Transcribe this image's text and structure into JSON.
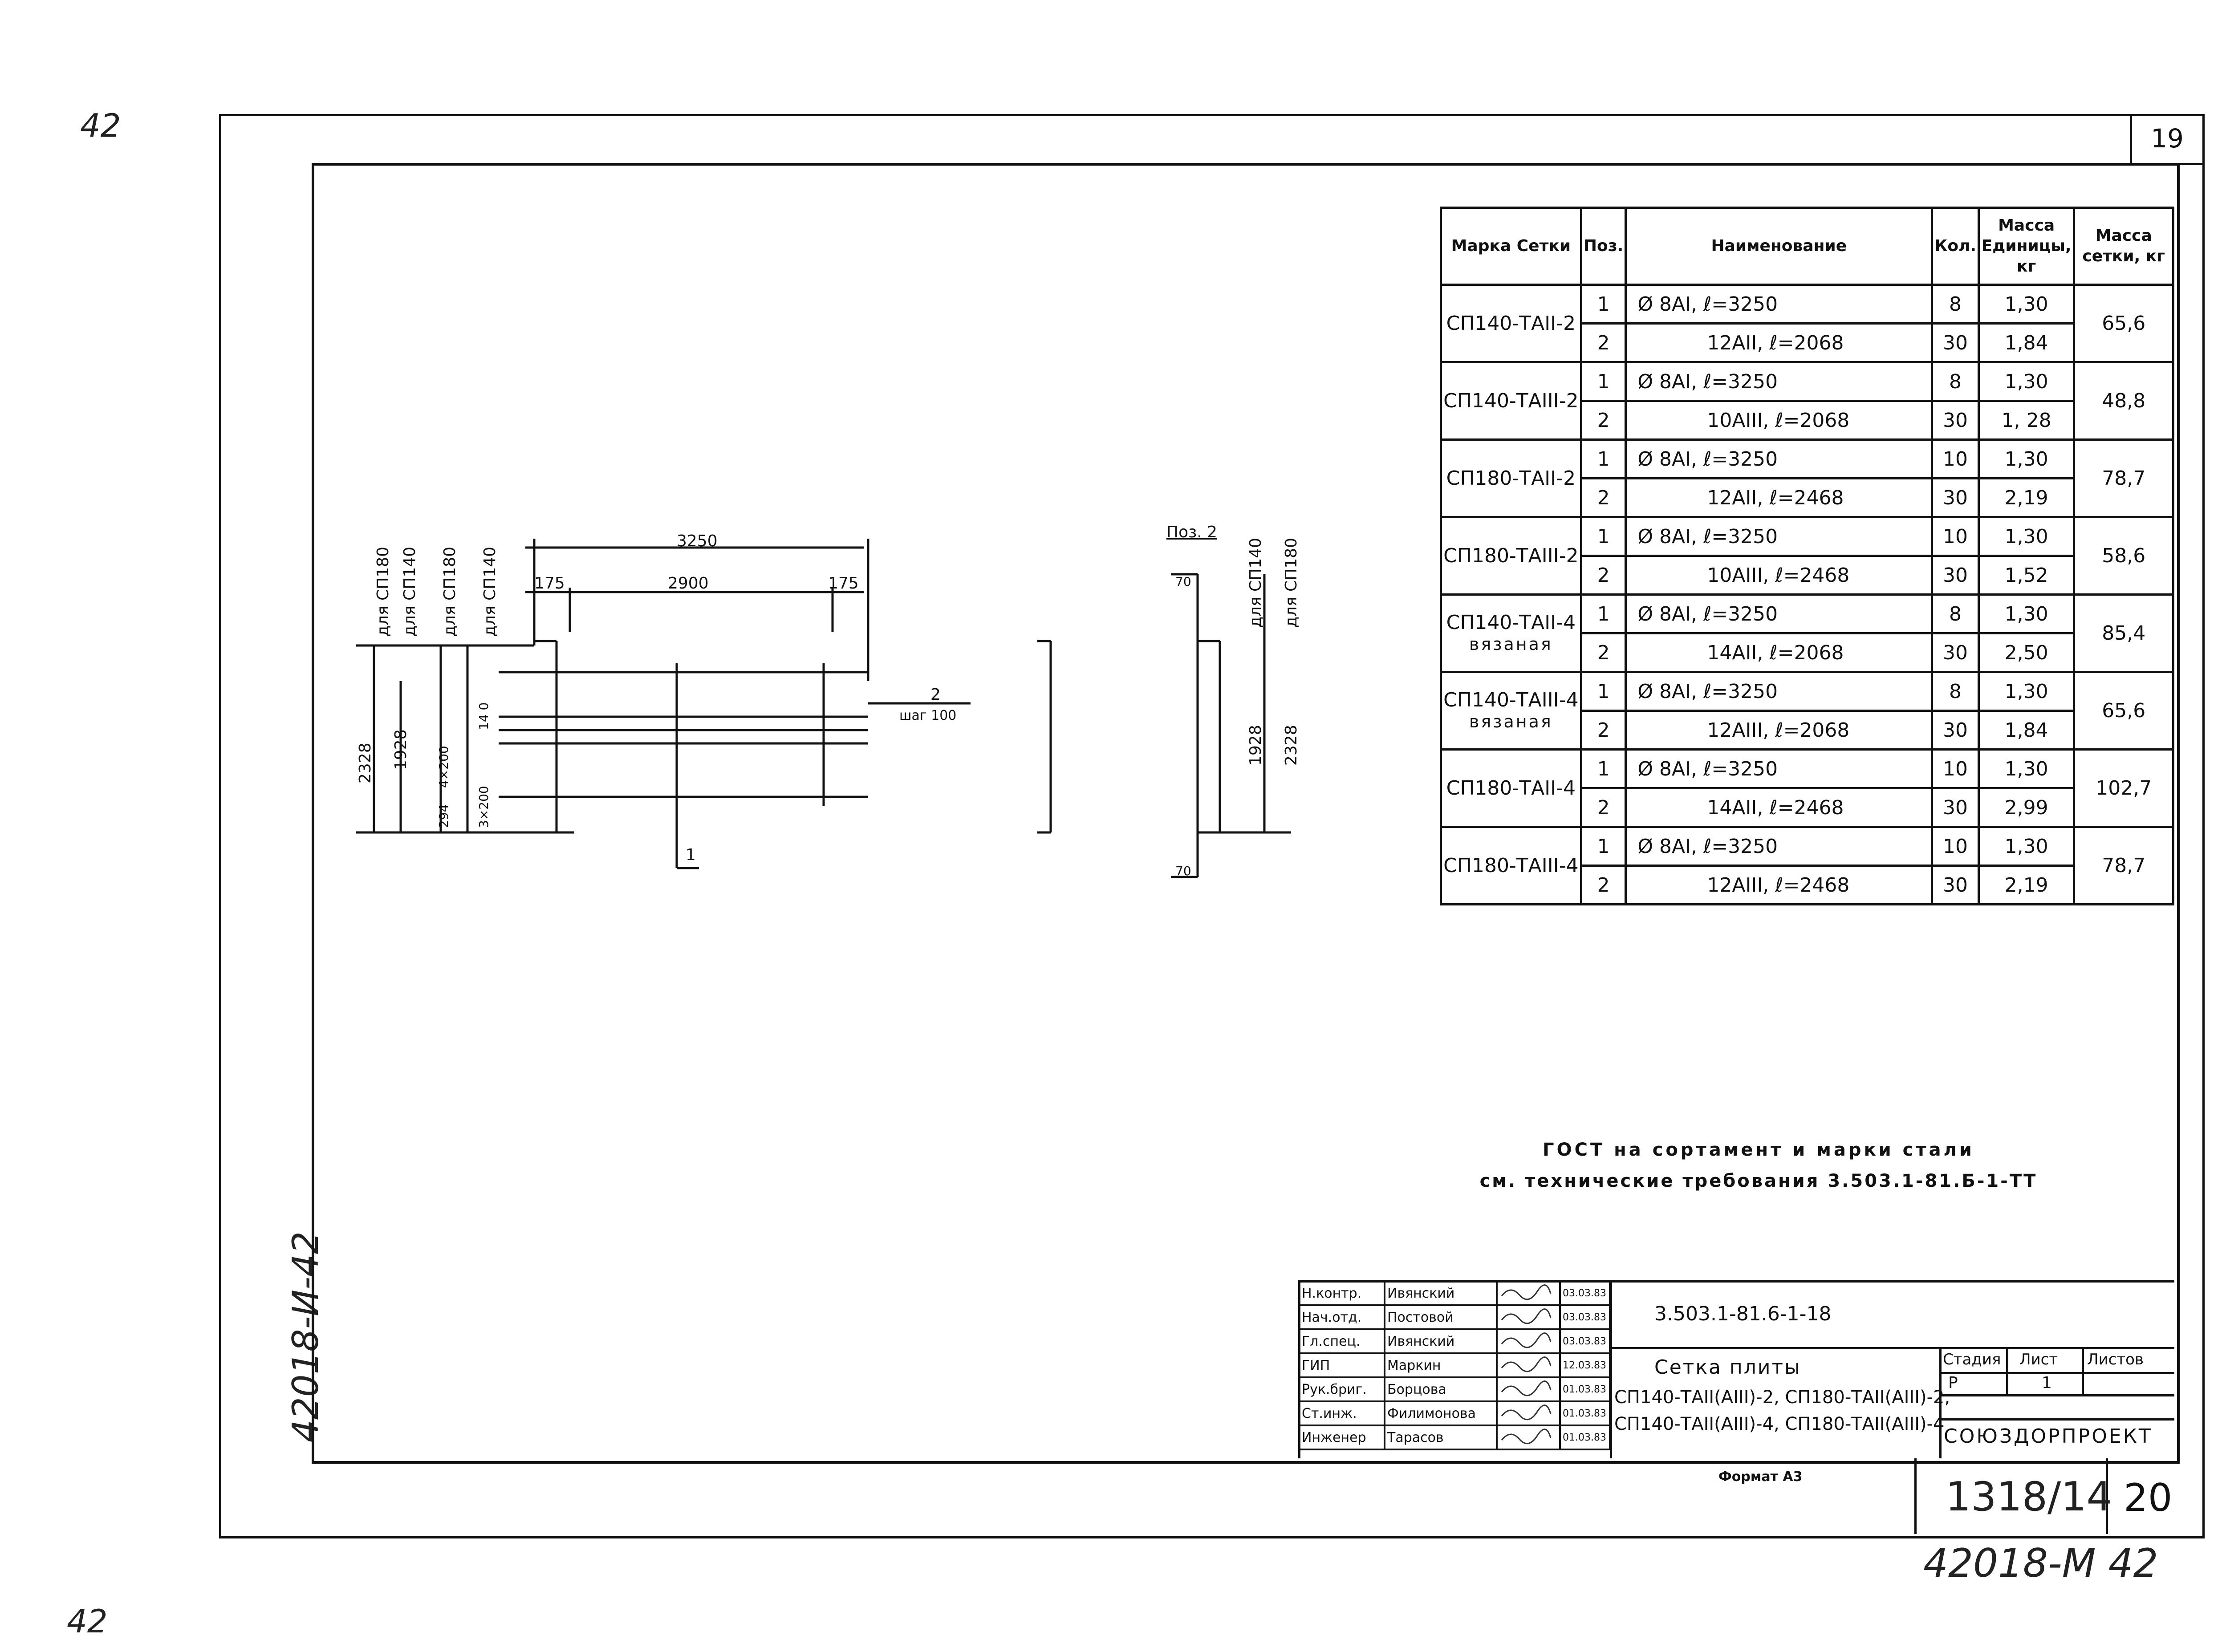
{
  "margin_notes": {
    "top_left": "42",
    "bottom_left": "42",
    "vertical_inventory": "42018-И-42"
  },
  "sheet_number_top": "19",
  "spec_table": {
    "headers": {
      "mark": "Марка Сетки",
      "pos": "Поз.",
      "name": "Наименование",
      "qty": "Кол.",
      "unit_mass": "Масса Единицы, кг",
      "mesh_mass": "Масса сетки, кг"
    },
    "rows": [
      {
        "mark": "СП140-ТАII-2",
        "mark_sub": "",
        "mass": "65,6",
        "items": [
          {
            "pos": "1",
            "name": "Ø 8AI, ℓ=3250",
            "qty": "8",
            "unit": "1,30"
          },
          {
            "pos": "2",
            "name": "12AII, ℓ=2068",
            "qty": "30",
            "unit": "1,84"
          }
        ]
      },
      {
        "mark": "СП140-ТАIII-2",
        "mark_sub": "",
        "mass": "48,8",
        "items": [
          {
            "pos": "1",
            "name": "Ø 8AI, ℓ=3250",
            "qty": "8",
            "unit": "1,30"
          },
          {
            "pos": "2",
            "name": "10AIII, ℓ=2068",
            "qty": "30",
            "unit": "1, 28"
          }
        ]
      },
      {
        "mark": "СП180-ТАII-2",
        "mark_sub": "",
        "mass": "78,7",
        "items": [
          {
            "pos": "1",
            "name": "Ø 8AI, ℓ=3250",
            "qty": "10",
            "unit": "1,30"
          },
          {
            "pos": "2",
            "name": "12AII, ℓ=2468",
            "qty": "30",
            "unit": "2,19"
          }
        ]
      },
      {
        "mark": "СП180-ТАIII-2",
        "mark_sub": "",
        "mass": "58,6",
        "items": [
          {
            "pos": "1",
            "name": "Ø 8AI, ℓ=3250",
            "qty": "10",
            "unit": "1,30"
          },
          {
            "pos": "2",
            "name": "10AIII, ℓ=2468",
            "qty": "30",
            "unit": "1,52"
          }
        ]
      },
      {
        "mark": "СП140-ТАII-4",
        "mark_sub": "вязаная",
        "mass": "85,4",
        "items": [
          {
            "pos": "1",
            "name": "Ø 8AI, ℓ=3250",
            "qty": "8",
            "unit": "1,30"
          },
          {
            "pos": "2",
            "name": "14AII, ℓ=2068",
            "qty": "30",
            "unit": "2,50"
          }
        ]
      },
      {
        "mark": "СП140-ТАIII-4",
        "mark_sub": "вязаная",
        "mass": "65,6",
        "items": [
          {
            "pos": "1",
            "name": "Ø 8AI, ℓ=3250",
            "qty": "8",
            "unit": "1,30"
          },
          {
            "pos": "2",
            "name": "12AIII, ℓ=2068",
            "qty": "30",
            "unit": "1,84"
          }
        ]
      },
      {
        "mark": "СП180-ТАII-4",
        "mark_sub": "",
        "mass": "102,7",
        "items": [
          {
            "pos": "1",
            "name": "Ø 8AI, ℓ=3250",
            "qty": "10",
            "unit": "1,30"
          },
          {
            "pos": "2",
            "name": "14AII, ℓ=2468",
            "qty": "30",
            "unit": "2,99"
          }
        ]
      },
      {
        "mark": "СП180-ТАIII-4",
        "mark_sub": "",
        "mass": "78,7",
        "items": [
          {
            "pos": "1",
            "name": "Ø 8AI, ℓ=3250",
            "qty": "10",
            "unit": "1,30"
          },
          {
            "pos": "2",
            "name": "12AIII, ℓ=2468",
            "qty": "30",
            "unit": "2,19"
          }
        ]
      }
    ]
  },
  "drawing": {
    "dims": {
      "total": "3250",
      "mid": "2900",
      "end_left": "175",
      "end_right": "175",
      "h1": "2328",
      "h2": "1928",
      "spacing_a": "294",
      "spacing_b": "14 0",
      "spacing_c": "4×200",
      "spacing_d": "3×200",
      "step_label": "шаг 100",
      "pos2_label": "2",
      "pos1_label": "1"
    },
    "vertical_labels": [
      "для СП180",
      "для СП140",
      "для СП180",
      "для СП140"
    ],
    "pos2_view": {
      "title": "Поз. 2",
      "end": "70",
      "labels": [
        "для СП140",
        "для СП180"
      ],
      "h1": "1928",
      "h2": "2328"
    }
  },
  "note": {
    "line1": "ГОСТ на сортамент и марки стали",
    "line2": "см. технические требования 3.503.1-81.Б-1-ТТ"
  },
  "title_block": {
    "code": "3.503.1-81.6-1-18",
    "roles": [
      {
        "role": "Н.контр.",
        "name": "Ивянский",
        "date": "03.03.83"
      },
      {
        "role": "Нач.отд.",
        "name": "Постовой",
        "date": "03.03.83"
      },
      {
        "role": "Гл.спец.",
        "name": "Ивянский",
        "date": "03.03.83"
      },
      {
        "role": "ГИП",
        "name": "Маркин",
        "date": "12.03.83"
      },
      {
        "role": "Рук.бриг.",
        "name": "Борцова",
        "date": "01.03.83"
      },
      {
        "role": "Ст.инж.",
        "name": "Филимонова",
        "date": "01.03.83"
      },
      {
        "role": "Инженер",
        "name": "Тарасов",
        "date": "01.03.83"
      }
    ],
    "title": "Сетка плиты",
    "subtitle1": "СП140-ТАII(АIII)-2, СП180-ТАII(АIII)-2,",
    "subtitle2": "СП140-ТАII(АIII)-4, СП180-ТАII(АIII)-4",
    "stage_header": "Стадия",
    "sheet_header": "Лист",
    "sheets_header": "Листов",
    "stage": "Р",
    "sheet": "1",
    "sheets": "",
    "org": "СОЮЗДОРПРОЕКТ",
    "format": "Формат А3"
  },
  "archive": {
    "number": "1318/14",
    "page": "20",
    "inventory": "42018-М 42"
  }
}
